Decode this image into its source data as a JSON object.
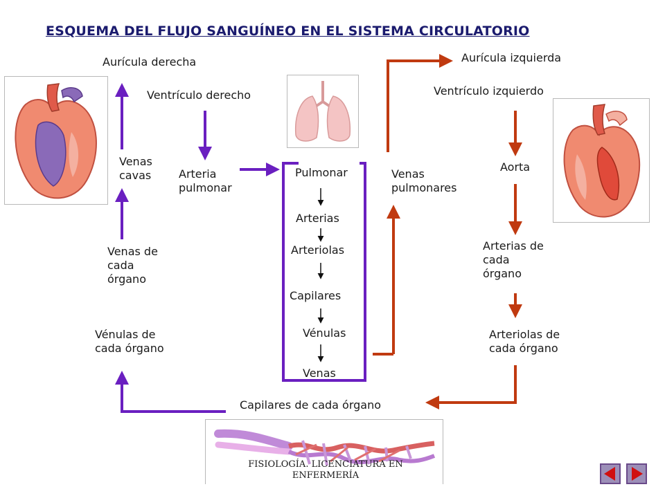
{
  "title": "ESQUEMA DEL FLUJO SANGUÍNEO EN EL SISTEMA CIRCULATORIO",
  "labels": {
    "auricula_derecha": "Aurícula derecha",
    "ventriculo_derecho": "Ventrículo derecho",
    "venas_cavas": "Venas\ncavas",
    "arteria_pulmonar": "Arteria\npulmonar",
    "venas_organo": "Venas de\ncada\nórgano",
    "venulas_organo": "Vénulas de\ncada órgano",
    "capilares_organo": "Capilares de cada órgano",
    "auricula_izquierda": "Aurícula izquierda",
    "ventriculo_izquierdo": "Ventrículo izquierdo",
    "aorta": "Aorta",
    "venas_pulmonares": "Venas\npulmonares",
    "arterias_organo": "Arterias de\ncada\nórgano",
    "arteriolas_organo": "Arteriolas de\ncada órgano"
  },
  "pulmonar": {
    "pulmonar": "Pulmonar",
    "arterias": "Arterias",
    "arteriolas": "Arteriolas",
    "capilares": "Capilares",
    "venulas": "Vénulas",
    "venas": "Venas"
  },
  "footer": "FISIOLOGÍA. LICENCIATURA EN\nENFERMERÍA",
  "colors": {
    "venous": "#6a1fc0",
    "arterial": "#c03a10",
    "title": "#1b1b6e"
  },
  "icons": {
    "right_heart": "heart-illustration",
    "lungs": "lungs-illustration",
    "left_heart": "heart-illustration",
    "capillaries": "capillary-network-illustration",
    "prev": "prev-slide-icon",
    "next": "next-slide-icon"
  }
}
